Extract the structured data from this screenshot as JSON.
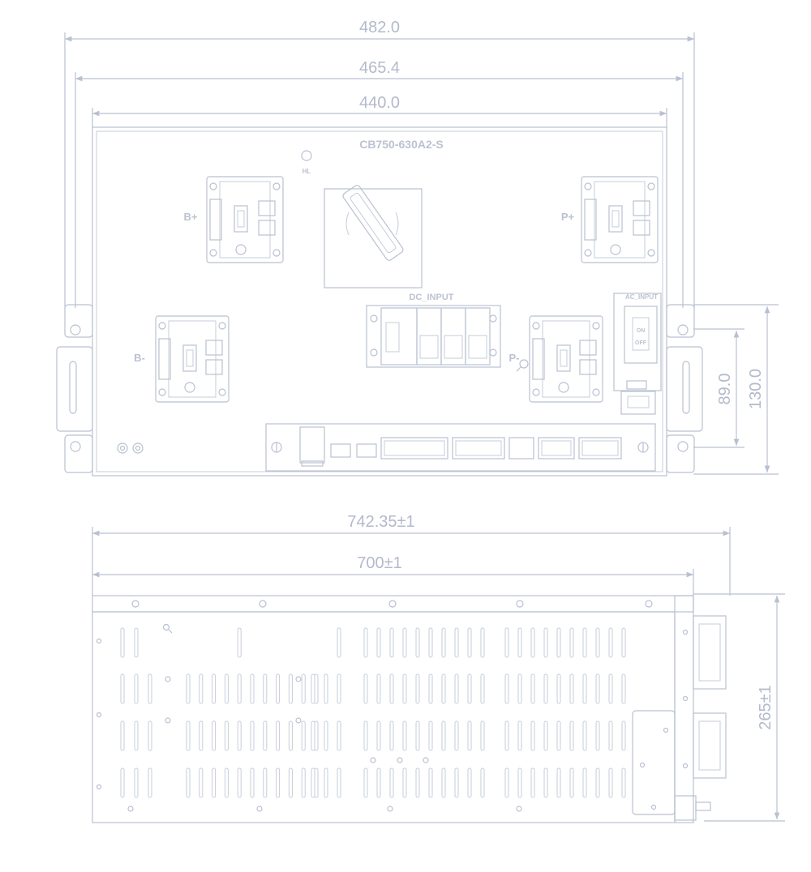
{
  "colors": {
    "line": "#b9c0d0",
    "text": "#b3bacb",
    "background": "#ffffff"
  },
  "top_view": {
    "model": "CB750-630A2-S",
    "indicator_label": "HL",
    "terminals": {
      "b_plus": "B+",
      "b_minus": "B-",
      "p_plus": "P+",
      "p_minus": "P-"
    },
    "dc_input_label": "DC_INPUT",
    "ac_input_label": "AC_INPUT",
    "switch_on": "ON",
    "switch_off": "OFF",
    "dimensions": {
      "width_outer": "482.0",
      "width_mid": "465.4",
      "width_inner": "440.0",
      "height_small": "89.0",
      "height_large": "130.0"
    }
  },
  "side_view": {
    "dimensions": {
      "length_total": "742.35±1",
      "length_body": "700±1",
      "height": "265±1"
    }
  },
  "icons": {
    "magnifier": "magnifier-icon",
    "screw": "screw-icon"
  }
}
